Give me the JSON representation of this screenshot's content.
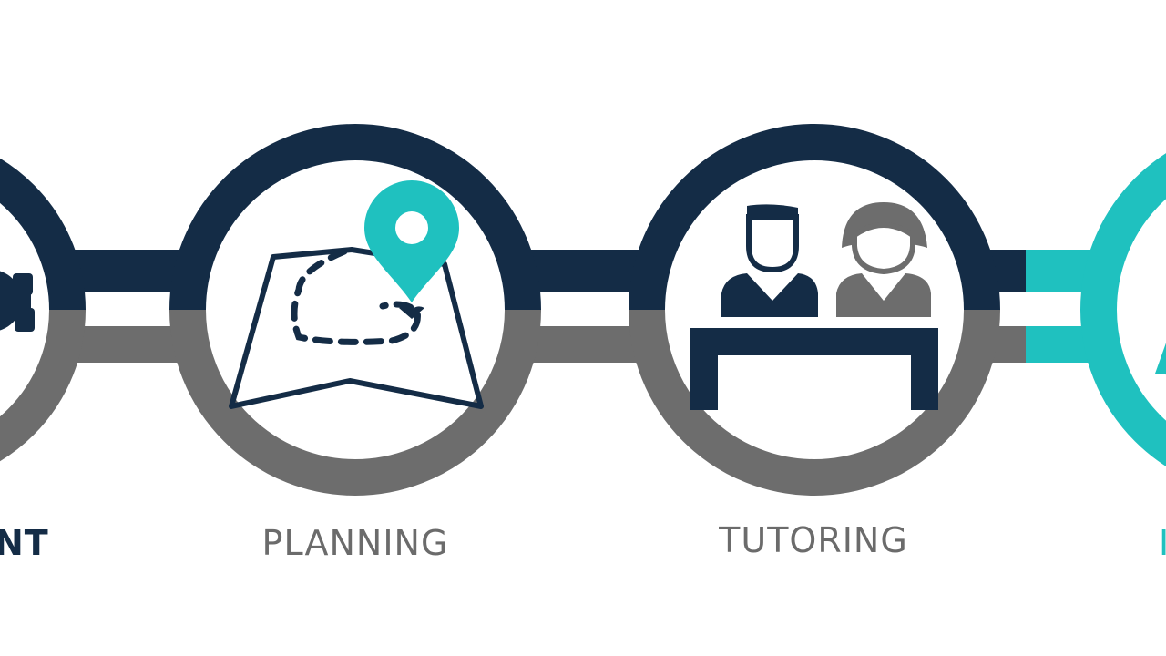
{
  "colors": {
    "navy": "#142c46",
    "gray": "#6d6d6d",
    "teal": "#1fc1bf",
    "background": "#ffffff"
  },
  "steps": [
    {
      "label": "NT",
      "icon": "gear-icon",
      "ring": "navy-and-gray"
    },
    {
      "label": "PLANNING",
      "icon": "map-with-pin-icon",
      "ring": "navy-and-gray"
    },
    {
      "label": "TUTORING",
      "icon": "tutor-and-student-at-desk-icon",
      "ring": "navy-and-gray"
    },
    {
      "label": "I",
      "icon": "partial-icon",
      "ring": "teal"
    }
  ]
}
